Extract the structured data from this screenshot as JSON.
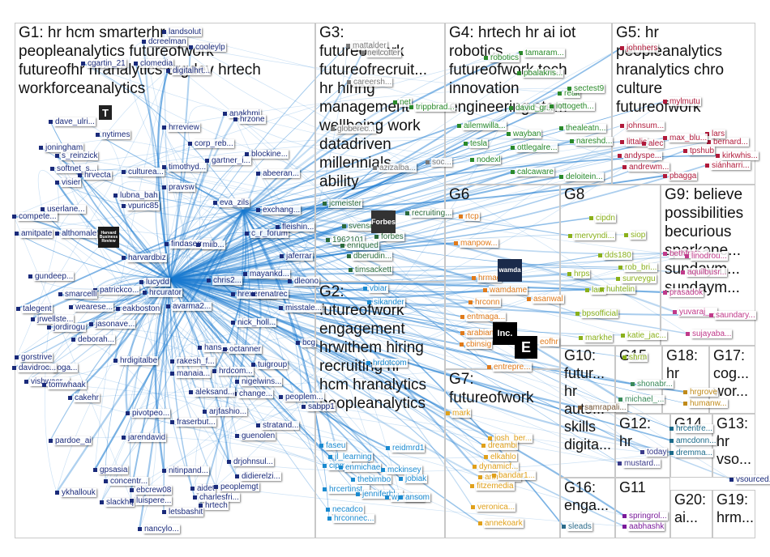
{
  "groups": [
    {
      "id": "G1",
      "title": "G1: hr hcm smarterhr\npeopleanalytics futureofwork\nfutureofhr hranalytics orgdev hrtech\nworkforceanalytics"
    },
    {
      "id": "G3",
      "title": "G3:\nfutureofwork\nfutureofrecruit...\nhr hiring\nmanagement\nwellbeing work\ndatadriven\nmillennials\nability"
    },
    {
      "id": "G4",
      "title": "G4: hrtech hr ai iot\nrobotics\nfutureofwork tech\ninnovation\nengineering stem"
    },
    {
      "id": "G5",
      "title": "G5: hr\npeopleanalytics\nhranalytics chro\nculture\nfutureofwork"
    },
    {
      "id": "G2",
      "title": "G2:\nfutureofwork\nengagement\nhrwithem hiring\nrecruiting hr\nhcm hranalytics\npeopleanalytics"
    },
    {
      "id": "G6",
      "title": "G6"
    },
    {
      "id": "G7",
      "title": "G7:\nfutureofwork"
    },
    {
      "id": "G8",
      "title": "G8"
    },
    {
      "id": "G9",
      "title": "G9: believe\npossibilities\nbecurious\nsparkane...\nsundaym...\nsundaym..."
    },
    {
      "id": "G10",
      "title": "G10:\nfutur...\nhr\nauto...\nskills\ndigita..."
    },
    {
      "id": "G15",
      "title": "G15"
    },
    {
      "id": "G18",
      "title": "G18:\nhr"
    },
    {
      "id": "G17",
      "title": "G17:\ncog...\nwor..."
    },
    {
      "id": "G12",
      "title": "G12:\nhr"
    },
    {
      "id": "G14",
      "title": "G14"
    },
    {
      "id": "G13",
      "title": "G13:\nhr\nvso..."
    },
    {
      "id": "G16",
      "title": "G16:\nenga..."
    },
    {
      "id": "G11",
      "title": "G11"
    },
    {
      "id": "G20",
      "title": "G20:\nai..."
    },
    {
      "id": "G19",
      "title": "G19:\nhrm..."
    }
  ],
  "nodes": [
    {
      "t": "landsolut",
      "c": "#1a2a7a"
    },
    {
      "t": "dcreelman",
      "c": "#1a2a7a"
    },
    {
      "t": "cooleylp",
      "c": "#1a2a7a"
    },
    {
      "t": "cgartin_21",
      "c": "#1a2a7a"
    },
    {
      "t": "clomedia",
      "c": "#1a2a7a"
    },
    {
      "t": "digitalhrt...",
      "c": "#1a2a7a"
    },
    {
      "t": "dave_ulri...",
      "c": "#1a2a7a"
    },
    {
      "t": "nytimes",
      "c": "#1a2a7a"
    },
    {
      "t": "hrreview",
      "c": "#1a2a7a"
    },
    {
      "t": "anakhmi",
      "c": "#1a2a7a"
    },
    {
      "t": "hrzone",
      "c": "#1a2a7a"
    },
    {
      "t": "joningham",
      "c": "#1a2a7a"
    },
    {
      "t": "s_reinzick",
      "c": "#1a2a7a"
    },
    {
      "t": "softnet_s...",
      "c": "#1a2a7a"
    },
    {
      "t": "hrvecta",
      "c": "#1a2a7a"
    },
    {
      "t": "culturea...",
      "c": "#1a2a7a"
    },
    {
      "t": "corp_reb...",
      "c": "#1a2a7a"
    },
    {
      "t": "blockine...",
      "c": "#1a2a7a"
    },
    {
      "t": "visier",
      "c": "#1a2a7a"
    },
    {
      "t": "timothyd...",
      "c": "#1a2a7a"
    },
    {
      "t": "gartner_i...",
      "c": "#1a2a7a"
    },
    {
      "t": "lubna_bah",
      "c": "#1a2a7a"
    },
    {
      "t": "vpuric85",
      "c": "#1a2a7a"
    },
    {
      "t": "abeeran...",
      "c": "#1a2a7a"
    },
    {
      "t": "pravsw",
      "c": "#1a2a7a"
    },
    {
      "t": "userlane...",
      "c": "#1a2a7a"
    },
    {
      "t": "compete...",
      "c": "#1a2a7a"
    },
    {
      "t": "eva_zils",
      "c": "#1a2a7a"
    },
    {
      "t": "exchang...",
      "c": "#1a2a7a"
    },
    {
      "t": "amitpate",
      "c": "#1a2a7a"
    },
    {
      "t": "althomale",
      "c": "#1a2a7a"
    },
    {
      "t": "findasem...",
      "c": "#1a2a7a"
    },
    {
      "t": "miib...",
      "c": "#1a2a7a"
    },
    {
      "t": "c_r_forum",
      "c": "#1a2a7a"
    },
    {
      "t": "fleishin...",
      "c": "#1a2a7a"
    },
    {
      "t": "harvardbiz",
      "c": "#1a2a7a"
    },
    {
      "t": "jaferrar",
      "c": "#1a2a7a"
    },
    {
      "t": "gundeep...",
      "c": "#1a2a7a"
    },
    {
      "t": "patrickco...",
      "c": "#1a2a7a"
    },
    {
      "t": "hrcurator",
      "c": "#1a2a7a"
    },
    {
      "t": "mayankd...",
      "c": "#1a2a7a"
    },
    {
      "t": "dleono",
      "c": "#1a2a7a"
    },
    {
      "t": "lucydd",
      "c": "#1a2a7a"
    },
    {
      "t": "chris2...",
      "c": "#1a2a7a"
    },
    {
      "t": "smarcelli",
      "c": "#1a2a7a"
    },
    {
      "t": "hrexecm...",
      "c": "#1a2a7a"
    },
    {
      "t": "renatrec",
      "c": "#1a2a7a"
    },
    {
      "t": "talegent",
      "c": "#1a2a7a"
    },
    {
      "t": "jrwellste...",
      "c": "#1a2a7a"
    },
    {
      "t": "wearese...",
      "c": "#1a2a7a"
    },
    {
      "t": "eakboston",
      "c": "#1a2a7a"
    },
    {
      "t": "avarma2...",
      "c": "#1a2a7a"
    },
    {
      "t": "misstale...",
      "c": "#1a2a7a"
    },
    {
      "t": "jordirogu",
      "c": "#1a2a7a"
    },
    {
      "t": "jasonave...",
      "c": "#1a2a7a"
    },
    {
      "t": "nick_holl...",
      "c": "#1a2a7a"
    },
    {
      "t": "deborah...",
      "c": "#1a2a7a"
    },
    {
      "t": "bcg",
      "c": "#1a2a7a"
    },
    {
      "t": "gorstrive",
      "c": "#1a2a7a"
    },
    {
      "t": "jioga...",
      "c": "#1a2a7a"
    },
    {
      "t": "hans_...",
      "c": "#1a2a7a"
    },
    {
      "t": "octanner",
      "c": "#1a2a7a"
    },
    {
      "t": "davidroc...",
      "c": "#1a2a7a"
    },
    {
      "t": "tuigroup",
      "c": "#1a2a7a"
    },
    {
      "t": "vishwasr...",
      "c": "#1a2a7a"
    },
    {
      "t": "hrdigitalbe",
      "c": "#1a2a7a"
    },
    {
      "t": "rakesh_f...",
      "c": "#1a2a7a"
    },
    {
      "t": "hrdcom...",
      "c": "#1a2a7a"
    },
    {
      "t": "manaia...",
      "c": "#1a2a7a"
    },
    {
      "t": "nigelwins...",
      "c": "#1a2a7a"
    },
    {
      "t": "tomwhaak",
      "c": "#1a2a7a"
    },
    {
      "t": "change...",
      "c": "#1a2a7a"
    },
    {
      "t": "peoplem...",
      "c": "#1a2a7a"
    },
    {
      "t": "cakehr",
      "c": "#1a2a7a"
    },
    {
      "t": "aleksand...",
      "c": "#1a2a7a"
    },
    {
      "t": "sabpp1",
      "c": "#1a2a7a"
    },
    {
      "t": "pivotpeo...",
      "c": "#1a2a7a"
    },
    {
      "t": "arjfashio...",
      "c": "#1a2a7a"
    },
    {
      "t": "pardoe_ai",
      "c": "#1a2a7a"
    },
    {
      "t": "jarendavid",
      "c": "#1a2a7a"
    },
    {
      "t": "stratand...",
      "c": "#1a2a7a"
    },
    {
      "t": "fraserbut...",
      "c": "#1a2a7a"
    },
    {
      "t": "guenolen",
      "c": "#1a2a7a"
    },
    {
      "t": "gpsasia",
      "c": "#1a2a7a"
    },
    {
      "t": "nitinpand...",
      "c": "#1a2a7a"
    },
    {
      "t": "drjohnsul...",
      "c": "#1a2a7a"
    },
    {
      "t": "concentr...",
      "c": "#1a2a7a"
    },
    {
      "t": "ykhallouk",
      "c": "#1a2a7a"
    },
    {
      "t": "ebcrew08",
      "c": "#1a2a7a"
    },
    {
      "t": "aidet",
      "c": "#1a2a7a"
    },
    {
      "t": "didierelzi...",
      "c": "#1a2a7a"
    },
    {
      "t": "slackhq",
      "c": "#1a2a7a"
    },
    {
      "t": "luispere...",
      "c": "#1a2a7a"
    },
    {
      "t": "peoplemgt",
      "c": "#1a2a7a"
    },
    {
      "t": "charlesfri...",
      "c": "#1a2a7a"
    },
    {
      "t": "hrtech",
      "c": "#1a2a7a"
    },
    {
      "t": "letsbashit",
      "c": "#1a2a7a"
    },
    {
      "t": "nancylo...",
      "c": "#1a2a7a"
    },
    {
      "t": "mattalder",
      "c": "#7a7a7a"
    },
    {
      "t": "neilcotter",
      "c": "#7a7a7a"
    },
    {
      "t": "careersh...",
      "c": "#7a7a7a"
    },
    {
      "t": "net",
      "c": "#2a8a2a"
    },
    {
      "t": "trippbrad...",
      "c": "#2a8a2a"
    },
    {
      "t": "globerec...",
      "c": "#7a7a7a"
    },
    {
      "t": "soc...",
      "c": "#7a7a7a"
    },
    {
      "t": "azizalba...",
      "c": "#7a7a7a"
    },
    {
      "t": "jcmeister",
      "c": "#2a6a3a"
    },
    {
      "t": "recruiting...",
      "c": "#2a6a3a"
    },
    {
      "t": "svensc",
      "c": "#2a6a3a"
    },
    {
      "t": "forbes",
      "c": "#2a6a3a"
    },
    {
      "t": "1962101",
      "c": "#2a6a3a"
    },
    {
      "t": "enriqued",
      "c": "#2a6a3a"
    },
    {
      "t": "dberudin...",
      "c": "#2a6a3a"
    },
    {
      "t": "timsackett",
      "c": "#2a6a3a"
    },
    {
      "t": "tamaram...",
      "c": "#2a8a2a"
    },
    {
      "t": "robotics",
      "c": "#2a8a2a"
    },
    {
      "t": "pbalakris...",
      "c": "#2a8a2a"
    },
    {
      "t": "realt",
      "c": "#2a8a2a"
    },
    {
      "t": "sectest9",
      "c": "#2a8a2a"
    },
    {
      "t": "david_gr...",
      "c": "#2a8a2a"
    },
    {
      "t": "iottogeth...",
      "c": "#2a8a2a"
    },
    {
      "t": "thealeatn...",
      "c": "#2a8a2a"
    },
    {
      "t": "ailemwilla...",
      "c": "#2a8a2a"
    },
    {
      "t": "tesla",
      "c": "#2a8a2a"
    },
    {
      "t": "wayban",
      "c": "#2a8a2a"
    },
    {
      "t": "nareshd...",
      "c": "#2a8a2a"
    },
    {
      "t": "nodexl",
      "c": "#2a8a2a"
    },
    {
      "t": "ottlegalre...",
      "c": "#2a8a2a"
    },
    {
      "t": "calcaware",
      "c": "#2a8a2a"
    },
    {
      "t": "deloitein...",
      "c": "#2a8a2a"
    },
    {
      "t": "johnhers",
      "c": "#b01a3a"
    },
    {
      "t": "mylmutu",
      "c": "#b01a3a"
    },
    {
      "t": "johnsum...",
      "c": "#b01a3a"
    },
    {
      "t": "bernard...",
      "c": "#b01a3a"
    },
    {
      "t": "lars",
      "c": "#b01a3a"
    },
    {
      "t": "littalic",
      "c": "#b01a3a"
    },
    {
      "t": "alec",
      "c": "#b01a3a"
    },
    {
      "t": "max_blu...",
      "c": "#b01a3a"
    },
    {
      "t": "tpshub",
      "c": "#b01a3a"
    },
    {
      "t": "kirkwhis...",
      "c": "#b01a3a"
    },
    {
      "t": "andyspe...",
      "c": "#b01a3a"
    },
    {
      "t": "andrewm...",
      "c": "#b01a3a"
    },
    {
      "t": "siánharri...",
      "c": "#b01a3a"
    },
    {
      "t": "pbagga",
      "c": "#b01a3a"
    },
    {
      "t": "vbiar",
      "c": "#1a8ad0"
    },
    {
      "t": "sikander",
      "c": "#1a8ad0"
    },
    {
      "t": "hrdotcom",
      "c": "#1a8ad0"
    },
    {
      "t": "faseu",
      "c": "#1a8ad0"
    },
    {
      "t": "jl_learning",
      "c": "#1a8ad0"
    },
    {
      "t": "reidmrd1",
      "c": "#1a8ad0"
    },
    {
      "t": "cipmn",
      "c": "#1a8ad0"
    },
    {
      "t": "enmichae",
      "c": "#1a8ad0"
    },
    {
      "t": "mckinsey",
      "c": "#1a8ad0"
    },
    {
      "t": "thebimbo",
      "c": "#1a8ad0"
    },
    {
      "t": "jobiak",
      "c": "#1a8ad0"
    },
    {
      "t": "hrcertinst...",
      "c": "#1a8ad0"
    },
    {
      "t": "jenniferbl...",
      "c": "#1a8ad0"
    },
    {
      "t": "wjmjredu",
      "c": "#1a8ad0"
    },
    {
      "t": "necadco",
      "c": "#1a8ad0"
    },
    {
      "t": "hrconnec...",
      "c": "#1a8ad0"
    },
    {
      "t": "ansom",
      "c": "#1a8ad0"
    },
    {
      "t": "rtcp",
      "c": "#e07a1a"
    },
    {
      "t": "manpow...",
      "c": "#e07a1a"
    },
    {
      "t": "hrmag",
      "c": "#e07a1a"
    },
    {
      "t": "wamdame",
      "c": "#e07a1a"
    },
    {
      "t": "hrconn",
      "c": "#e07a1a"
    },
    {
      "t": "entmaga...",
      "c": "#e07a1a"
    },
    {
      "t": "asanwal",
      "c": "#e07a1a"
    },
    {
      "t": "arabian",
      "c": "#e07a1a"
    },
    {
      "t": "cbinsig",
      "c": "#e07a1a"
    },
    {
      "t": "eofhr",
      "c": "#e07a1a"
    },
    {
      "t": "entrepre...",
      "c": "#e07a1a"
    },
    {
      "t": "josh_ber...",
      "c": "#e0a01a"
    },
    {
      "t": "dreambi",
      "c": "#e0a01a"
    },
    {
      "t": "elkahlo",
      "c": "#e0a01a"
    },
    {
      "t": "dynamicf...",
      "c": "#e0a01a"
    },
    {
      "t": "annama...",
      "c": "#e0a01a"
    },
    {
      "t": "bandar1...",
      "c": "#e0a01a"
    },
    {
      "t": "fitzemedia",
      "c": "#e0a01a"
    },
    {
      "t": "veronica...",
      "c": "#e0a01a"
    },
    {
      "t": "annekoark",
      "c": "#e0a01a"
    },
    {
      "t": "mark",
      "c": "#e0a01a"
    },
    {
      "t": "cipdn",
      "c": "#8ab01a"
    },
    {
      "t": "mervyndi...",
      "c": "#8ab01a"
    },
    {
      "t": "siop",
      "c": "#8ab01a"
    },
    {
      "t": "dds180",
      "c": "#8ab01a"
    },
    {
      "t": "hrps",
      "c": "#8ab01a"
    },
    {
      "t": "rob_bri...",
      "c": "#8ab01a"
    },
    {
      "t": "surveygu",
      "c": "#8ab01a"
    },
    {
      "t": "laur",
      "c": "#8ab01a"
    },
    {
      "t": "huhtelin",
      "c": "#8ab01a"
    },
    {
      "t": "bpsofficial",
      "c": "#8ab01a"
    },
    {
      "t": "katie_jac...",
      "c": "#8ab01a"
    },
    {
      "t": "markhe",
      "c": "#8ab01a"
    },
    {
      "t": "shrm",
      "c": "#8ab01a"
    },
    {
      "t": "bethfrate...",
      "c": "#c03a8a"
    },
    {
      "t": "linodrou...",
      "c": "#c03a8a"
    },
    {
      "t": "aquilbusr...",
      "c": "#c03a8a"
    },
    {
      "t": "prasadok",
      "c": "#c03a8a"
    },
    {
      "t": "yuvaraj_...",
      "c": "#c03a8a"
    },
    {
      "t": "saundary...",
      "c": "#c03a8a"
    },
    {
      "t": "sujayaba...",
      "c": "#c03a8a"
    },
    {
      "t": "shonabr...",
      "c": "#3a8a5a"
    },
    {
      "t": "michael_...",
      "c": "#3a8a5a"
    },
    {
      "t": "samrapali...",
      "c": "#7a5a3a"
    },
    {
      "t": "hrgrove",
      "c": "#c08a1a"
    },
    {
      "t": "humanw...",
      "c": "#c08a1a"
    },
    {
      "t": "hrcentre...",
      "c": "#1a6a8a"
    },
    {
      "t": "amcdonn...",
      "c": "#1a6a8a"
    },
    {
      "t": "dremma...",
      "c": "#1a6a8a"
    },
    {
      "t": "vsourced...",
      "c": "#1a2a7a"
    },
    {
      "t": "mustard...",
      "c": "#3a3a8a"
    },
    {
      "t": "today",
      "c": "#3a3a8a"
    },
    {
      "t": "springrol...",
      "c": "#7a1a9a"
    },
    {
      "t": "aabhashk",
      "c": "#7a1a9a"
    },
    {
      "t": "sleads",
      "c": "#2a6a8a"
    }
  ],
  "logos": [
    {
      "id": "nytimes-logo",
      "text": "T"
    },
    {
      "id": "hbr-logo",
      "text": "Harvard Business Review"
    },
    {
      "id": "forbes-logo",
      "text": "Forbes"
    },
    {
      "id": "wamda-logo",
      "text": "wamda"
    },
    {
      "id": "inc-logo",
      "text": "Inc."
    },
    {
      "id": "entrepreneur-logo",
      "text": "E"
    }
  ],
  "colors": {
    "edge": "#1a7ad0",
    "border": "#c8c8c8",
    "g1": "#1a2a7a"
  }
}
